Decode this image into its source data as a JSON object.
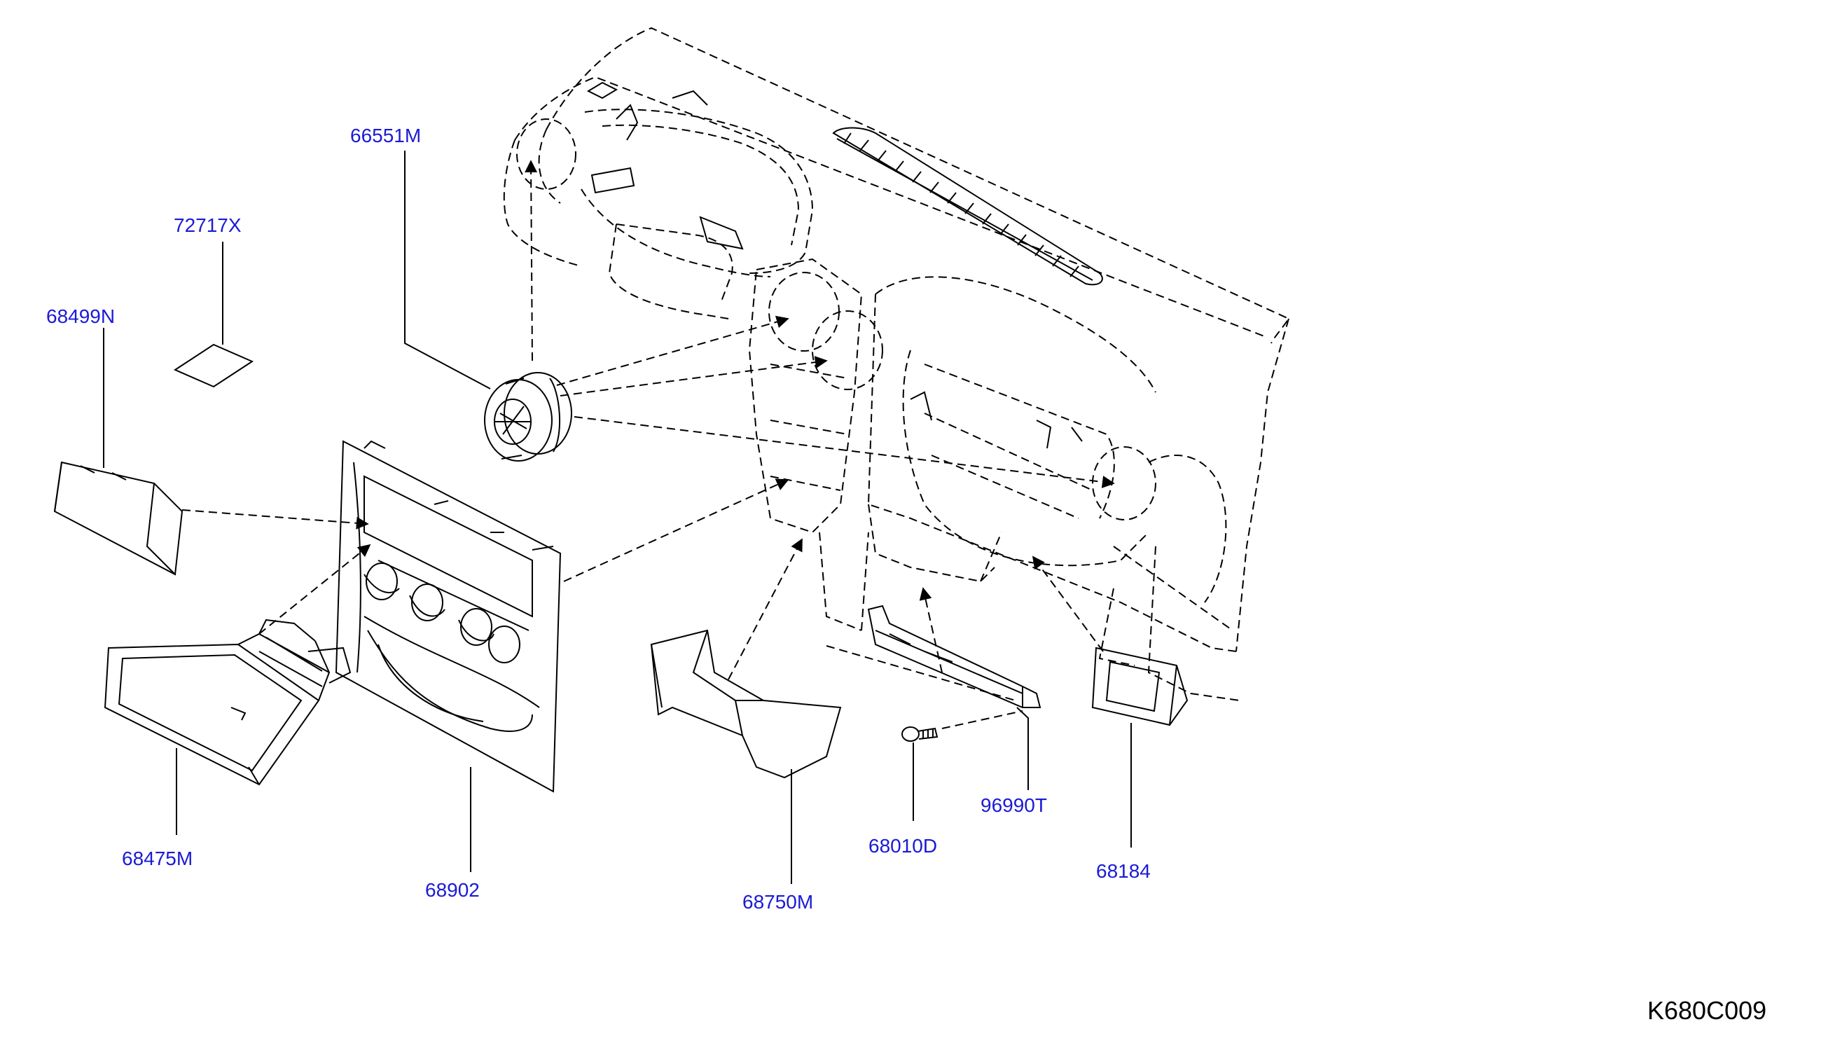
{
  "diagram": {
    "code": "K680C009",
    "colors": {
      "label": "#1a1ad6",
      "line": "#000000",
      "background": "#ffffff"
    },
    "parts": [
      {
        "id": "66551M"
      },
      {
        "id": "72717X"
      },
      {
        "id": "68499N"
      },
      {
        "id": "68475M"
      },
      {
        "id": "68902"
      },
      {
        "id": "68750M"
      },
      {
        "id": "68010D"
      },
      {
        "id": "96990T"
      },
      {
        "id": "68184"
      }
    ]
  }
}
